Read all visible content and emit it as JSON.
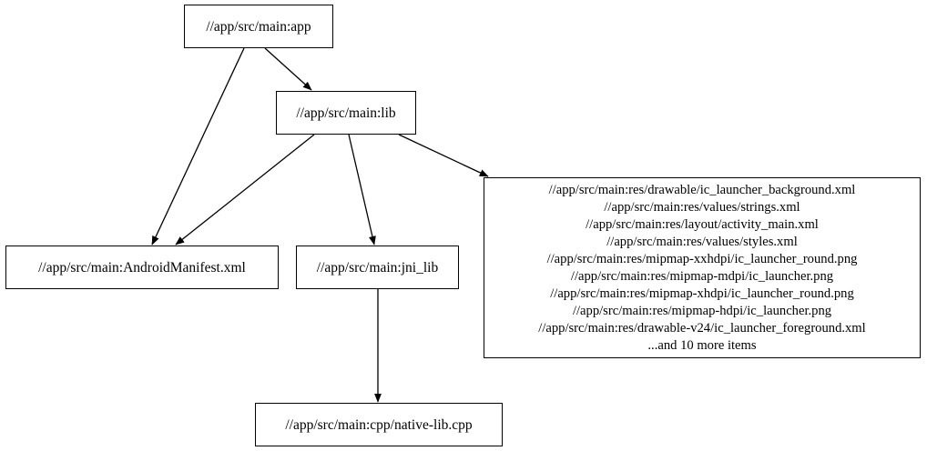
{
  "graph": {
    "type": "directed-dependency-graph",
    "background_color": "#ffffff",
    "node_border_color": "#000000",
    "edge_color": "#000000",
    "nodes": [
      {
        "id": "app",
        "label": "//app/src/main:app"
      },
      {
        "id": "lib",
        "label": "//app/src/main:lib"
      },
      {
        "id": "manifest",
        "label": "//app/src/main:AndroidManifest.xml"
      },
      {
        "id": "jni_lib",
        "label": "//app/src/main:jni_lib"
      },
      {
        "id": "cpp",
        "label": "//app/src/main:cpp/native-lib.cpp"
      },
      {
        "id": "res",
        "label": "//app/src/main:res/drawable/ic_launcher_background.xml\n//app/src/main:res/values/strings.xml\n//app/src/main:res/layout/activity_main.xml\n//app/src/main:res/values/styles.xml\n//app/src/main:res/mipmap-xxhdpi/ic_launcher_round.png\n//app/src/main:res/mipmap-mdpi/ic_launcher.png\n//app/src/main:res/mipmap-xhdpi/ic_launcher_round.png\n//app/src/main:res/mipmap-hdpi/ic_launcher.png\n//app/src/main:res/drawable-v24/ic_launcher_foreground.xml\n...and 10 more items",
        "lines": [
          "//app/src/main:res/drawable/ic_launcher_background.xml",
          "//app/src/main:res/values/strings.xml",
          "//app/src/main:res/layout/activity_main.xml",
          "//app/src/main:res/values/styles.xml",
          "//app/src/main:res/mipmap-xxhdpi/ic_launcher_round.png",
          "//app/src/main:res/mipmap-mdpi/ic_launcher.png",
          "//app/src/main:res/mipmap-xhdpi/ic_launcher_round.png",
          "//app/src/main:res/mipmap-hdpi/ic_launcher.png",
          "//app/src/main:res/drawable-v24/ic_launcher_foreground.xml",
          "...and 10 more items"
        ],
        "more_items_count": 10
      }
    ],
    "edges": [
      {
        "from": "app",
        "to": "lib"
      },
      {
        "from": "app",
        "to": "manifest"
      },
      {
        "from": "lib",
        "to": "manifest"
      },
      {
        "from": "lib",
        "to": "jni_lib"
      },
      {
        "from": "lib",
        "to": "res"
      },
      {
        "from": "jni_lib",
        "to": "cpp"
      }
    ]
  }
}
